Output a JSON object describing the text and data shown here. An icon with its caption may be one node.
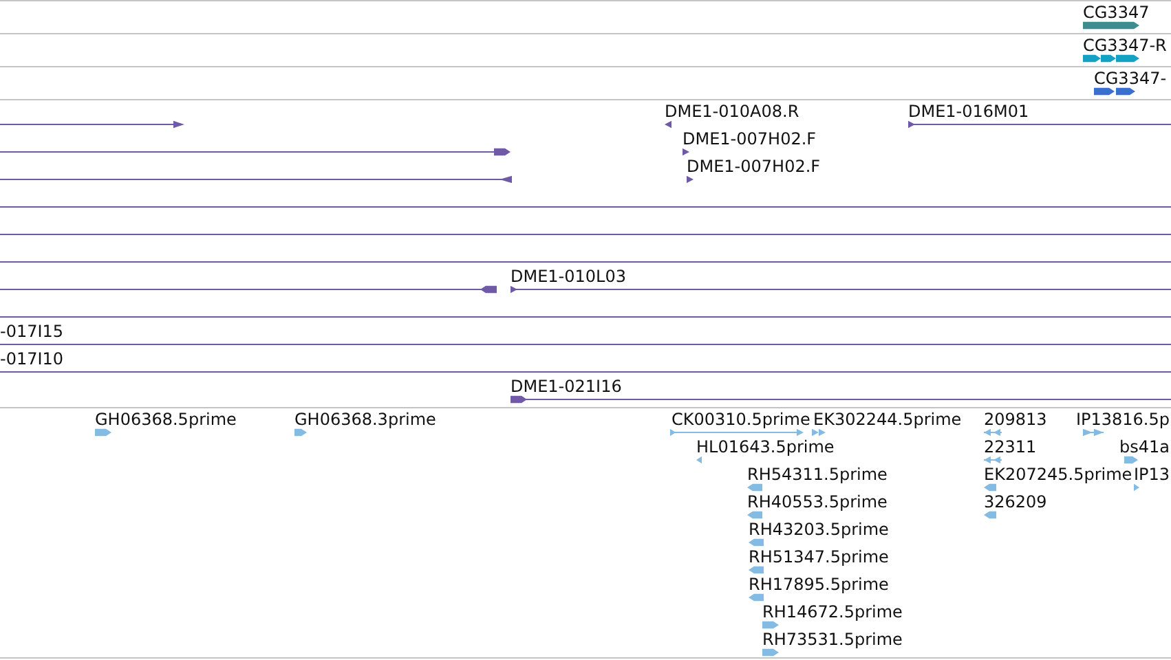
{
  "diagram": {
    "labels": [
      "CG3347",
      "CG3347-R",
      "CG3347-",
      "DME1-010A08.R",
      "DME1-016M01",
      "DME1-007H02.F",
      "DME1-007H02.F",
      "DME1-010L03",
      "-017I15",
      "-017I10",
      "DME1-021I16",
      "GH06368.5prime",
      "GH06368.3prime",
      "CK00310.5prime",
      "EK302244.5prime",
      "209813",
      "IP13816.5p",
      "HL01643.5prime",
      "22311",
      "bs41a",
      "RH54311.5prime",
      "EK207245.5prime",
      "IP13",
      "RH40553.5prime",
      "326209",
      "RH43203.5prime",
      "RH51347.5prime",
      "RH17895.5prime",
      "RH14672.5prime",
      "RH73531.5prime"
    ]
  }
}
